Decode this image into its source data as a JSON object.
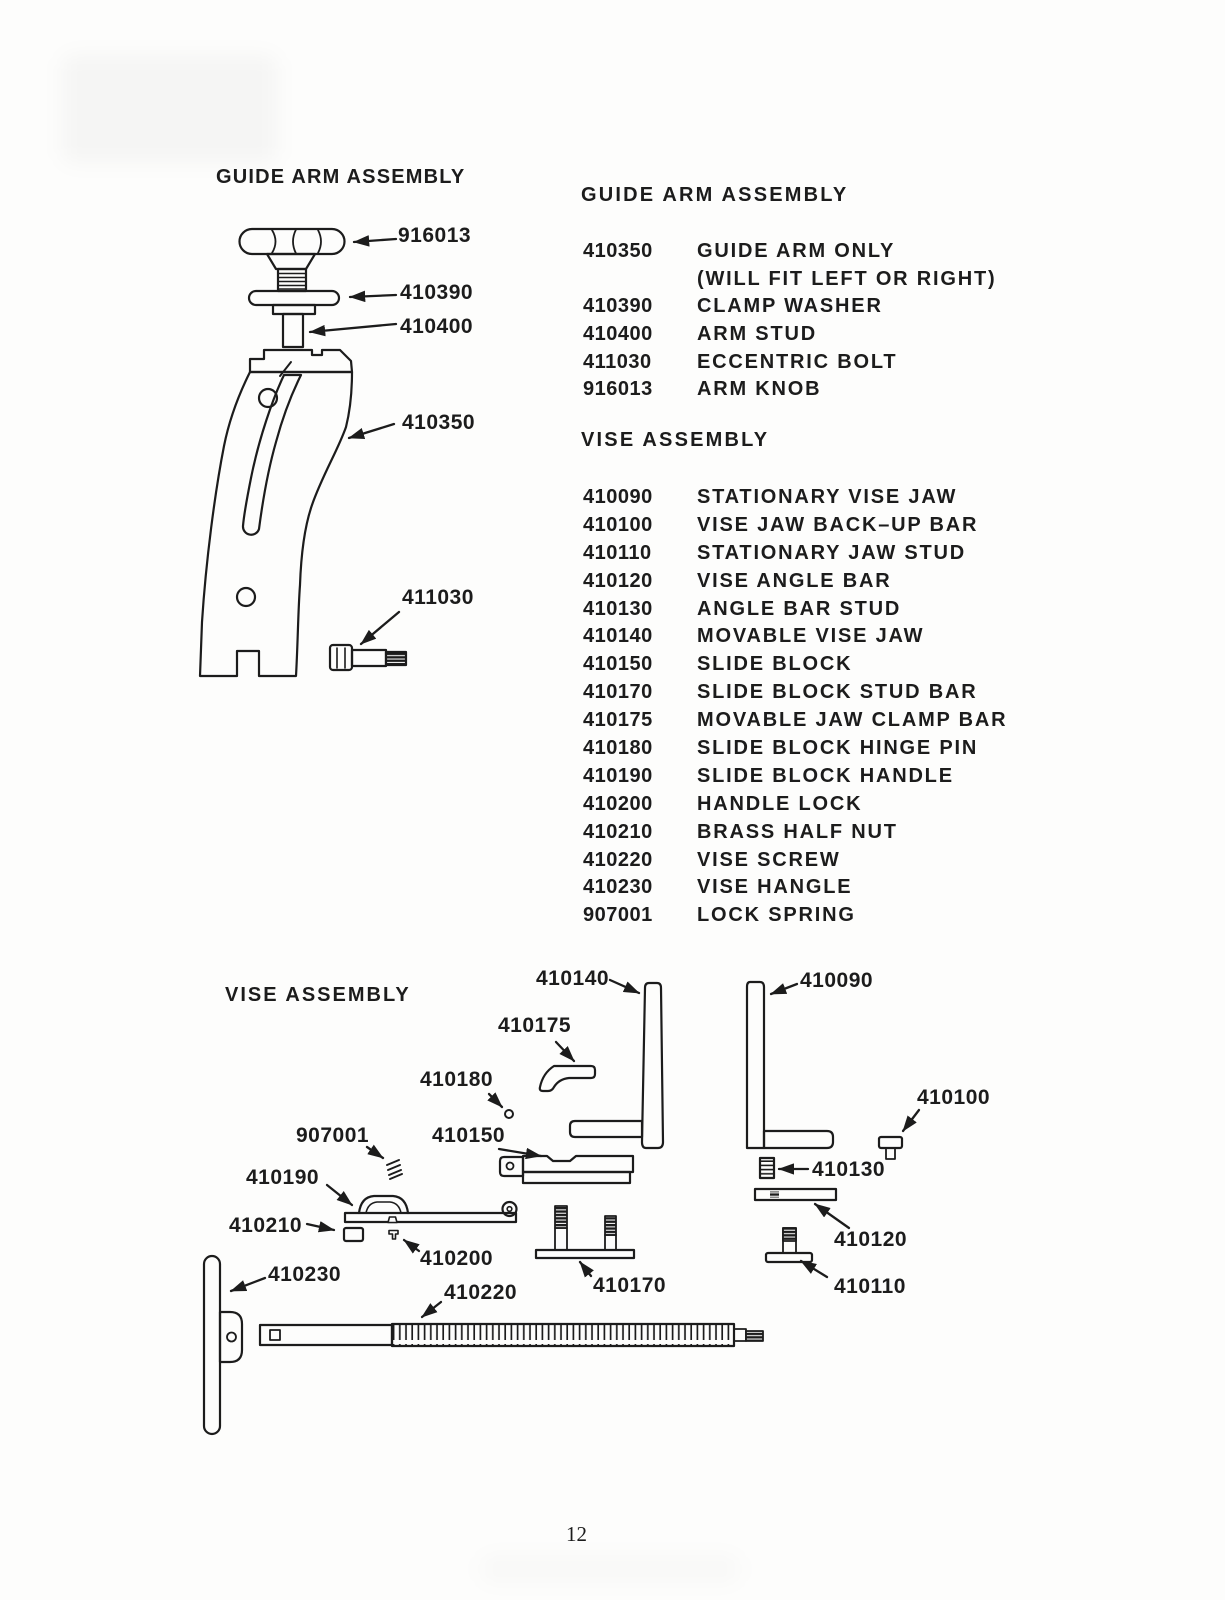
{
  "page": {
    "number": "12"
  },
  "colors": {
    "ink": "#1c1c1c",
    "paper": "#fdfdfc"
  },
  "diagram_guide": {
    "title": "GUIDE ARM ASSEMBLY",
    "labels": [
      "916013",
      "410390",
      "410400",
      "410350",
      "411030"
    ]
  },
  "lists": {
    "guide": {
      "title": "GUIDE ARM ASSEMBLY",
      "items": [
        {
          "number": "410350",
          "desc": "GUIDE ARM ONLY"
        },
        {
          "number": "",
          "desc": "(WILL FIT LEFT OR RIGHT)"
        },
        {
          "number": "410390",
          "desc": "CLAMP WASHER"
        },
        {
          "number": "410400",
          "desc": "ARM STUD"
        },
        {
          "number": "411030",
          "desc": "ECCENTRIC BOLT"
        },
        {
          "number": "916013",
          "desc": "ARM KNOB"
        }
      ]
    },
    "vise": {
      "title": "VISE ASSEMBLY",
      "items": [
        {
          "number": "410090",
          "desc": "STATIONARY VISE JAW"
        },
        {
          "number": "410100",
          "desc": "VISE JAW BACK–UP BAR"
        },
        {
          "number": "410110",
          "desc": "STATIONARY JAW STUD"
        },
        {
          "number": "410120",
          "desc": "VISE ANGLE BAR"
        },
        {
          "number": "410130",
          "desc": "ANGLE BAR STUD"
        },
        {
          "number": "410140",
          "desc": "MOVABLE VISE JAW"
        },
        {
          "number": "410150",
          "desc": "SLIDE BLOCK"
        },
        {
          "number": "410170",
          "desc": "SLIDE BLOCK STUD BAR"
        },
        {
          "number": "410175",
          "desc": "MOVABLE JAW CLAMP BAR"
        },
        {
          "number": "410180",
          "desc": "SLIDE BLOCK HINGE PIN"
        },
        {
          "number": "410190",
          "desc": "SLIDE BLOCK HANDLE"
        },
        {
          "number": "410200",
          "desc": "HANDLE LOCK"
        },
        {
          "number": "410210",
          "desc": "BRASS HALF NUT"
        },
        {
          "number": "410220",
          "desc": "VISE SCREW"
        },
        {
          "number": "410230",
          "desc": "VISE HANGLE"
        },
        {
          "number": "907001",
          "desc": "LOCK SPRING"
        }
      ]
    }
  },
  "diagram_vise": {
    "title": "VISE ASSEMBLY",
    "labels": [
      "410140",
      "410090",
      "410175",
      "410180",
      "907001",
      "410150",
      "410100",
      "410130",
      "410190",
      "410120",
      "410210",
      "410200",
      "410110",
      "410170",
      "410230",
      "410220"
    ]
  }
}
